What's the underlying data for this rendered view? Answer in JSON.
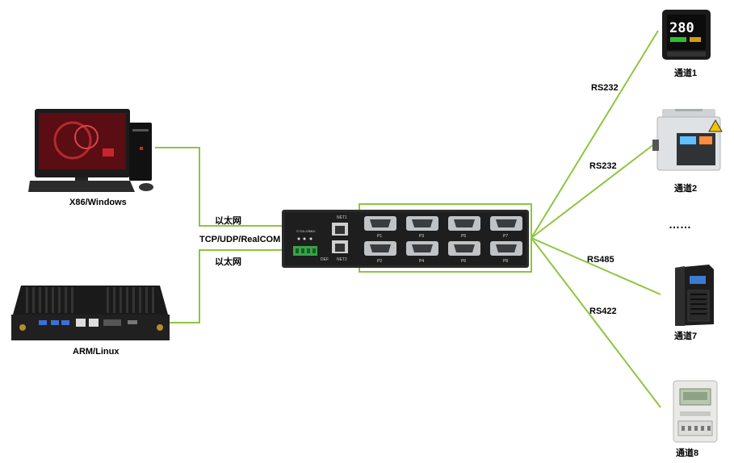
{
  "colors": {
    "wire": "#8dc63f",
    "box": "#8dc63f"
  },
  "hosts": [
    {
      "label": "X86/Windows",
      "icon": "desktop-pc-icon"
    },
    {
      "label": "ARM/Linux",
      "icon": "embedded-box-pc-icon"
    }
  ],
  "links": {
    "top": "以太网",
    "middle": "TCP/UDP/RealCOM",
    "bottom": "以太网"
  },
  "server": {
    "net1_label": "NET1",
    "net2_label": "NET2",
    "def_label": "DEF",
    "led_labels": [
      "SYS",
      "ALARM",
      "LINK"
    ],
    "ports_top": [
      "P1",
      "P3",
      "P5",
      "P7"
    ],
    "ports_bottom": [
      "P2",
      "P4",
      "P6",
      "P8"
    ]
  },
  "protocols": [
    "RS232",
    "RS232",
    "RS485",
    "RS422"
  ],
  "devices": [
    {
      "label": "通道1",
      "icon": "temperature-controller-icon",
      "display": "280"
    },
    {
      "label": "通道2",
      "icon": "ultrasonic-cleaner-icon"
    },
    {
      "label": "通道7",
      "icon": "ups-tower-icon"
    },
    {
      "label": "通道8",
      "icon": "electric-meter-icon"
    }
  ],
  "ellipsis": "……"
}
